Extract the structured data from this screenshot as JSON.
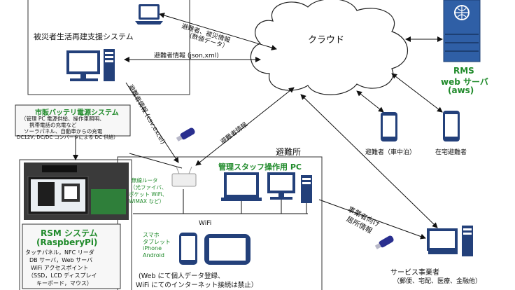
{
  "colors": {
    "accent_green": "#1f8a2a",
    "server_blue": "#2f5fa6",
    "device_navy": "#23407a",
    "cloud_stroke": "#222222",
    "rsm_box_bg": "#f7f7f7"
  },
  "top_left_box": {
    "title": "被災者生活再建支援システム"
  },
  "cloud": {
    "label": "クラウド"
  },
  "rms_server": {
    "line1": "RMS",
    "line2": "web サーバ",
    "line3": "(aws)",
    "icon": "globe-icon"
  },
  "links": {
    "evacuee_disaster_info_1": "避難者、被災情報",
    "evacuee_disaster_info_2": "（数値データ）",
    "evacuee_info_json": "避難者情報 (json,xml)",
    "evacuee_info_csv": "避難者情報 (csv,excel)",
    "evacuee_info_cloud": "避難者情報",
    "business_info_1": "事業者向け",
    "business_info_2": "居所情報"
  },
  "battery_system": {
    "title": "市販バッテリ電源システム",
    "lines": [
      "（管理 PC 電源供給、操作車照明、",
      "携帯電話の充電など",
      "ソーラパネル、自動車からの充電",
      "DC12V, DC/DC コンバータによる DC 供給）"
    ]
  },
  "evacuee_car": "避難者（車中泊）",
  "evacuee_home": "在宅避難者",
  "shelter": {
    "title": "避難所",
    "staff_pc": "管理スタッフ操作用 PC",
    "router_lines": [
      "無線ルータ",
      "（光ファイバ、",
      "ポケット WiFi、",
      "WiMAX など）"
    ],
    "wifi_label": "WiFi",
    "devices_lines": [
      "スマホ",
      "タブレット",
      "iPhone",
      "Android"
    ],
    "note_lines": [
      "(Web にて個人データ登録、",
      "WiFi にてのインターネット接続は禁止）"
    ]
  },
  "rsm_box": {
    "title1": "RSM システム",
    "title2": "(RaspberyPi)",
    "lines": [
      "タッチパネル，NFC リーダ",
      "DB サーバ，Web サーバ",
      "WiFi アクセスポイント",
      "（SSD，LCD ディスプレイ",
      "キーボード，マウス）"
    ]
  },
  "service_provider": {
    "title": "サービス事業者",
    "detail": "（郵便、宅配、医療、金融他）"
  }
}
